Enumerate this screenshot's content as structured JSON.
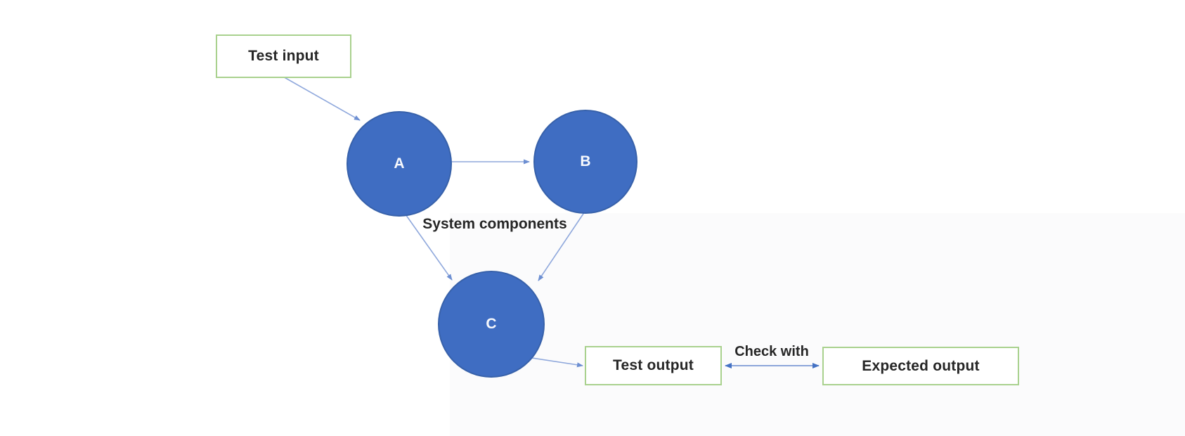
{
  "diagram": {
    "nodes": {
      "test_input": {
        "label": "Test input",
        "shape": "rectangle",
        "border_color": "#a9d18e"
      },
      "component_a": {
        "label": "A",
        "shape": "circle",
        "fill_color": "#3f6dc2"
      },
      "component_b": {
        "label": "B",
        "shape": "circle",
        "fill_color": "#3f6dc2"
      },
      "component_c": {
        "label": "C",
        "shape": "circle",
        "fill_color": "#3f6dc2"
      },
      "test_output": {
        "label": "Test output",
        "shape": "rectangle",
        "border_color": "#a9d18e"
      },
      "expected_output": {
        "label": "Expected output",
        "shape": "rectangle",
        "border_color": "#a9d18e"
      }
    },
    "annotations": {
      "system_components": "System components",
      "check_with": "Check with"
    },
    "edges": [
      {
        "from": "test_input",
        "to": "component_a",
        "direction": "one-way"
      },
      {
        "from": "component_a",
        "to": "component_b",
        "direction": "one-way"
      },
      {
        "from": "component_a",
        "to": "component_c",
        "direction": "one-way"
      },
      {
        "from": "component_b",
        "to": "component_c",
        "direction": "one-way"
      },
      {
        "from": "component_c",
        "to": "test_output",
        "direction": "one-way"
      },
      {
        "from": "test_output",
        "to": "expected_output",
        "direction": "two-way",
        "label": "Check with"
      }
    ],
    "colors": {
      "circle_fill": "#3f6dc2",
      "circle_text": "#ffffff",
      "box_border": "#a9d18e",
      "arrow_light": "#8fa8dc",
      "arrow_strong": "#4472c4",
      "label_text": "#262626",
      "background": "#ffffff"
    }
  }
}
